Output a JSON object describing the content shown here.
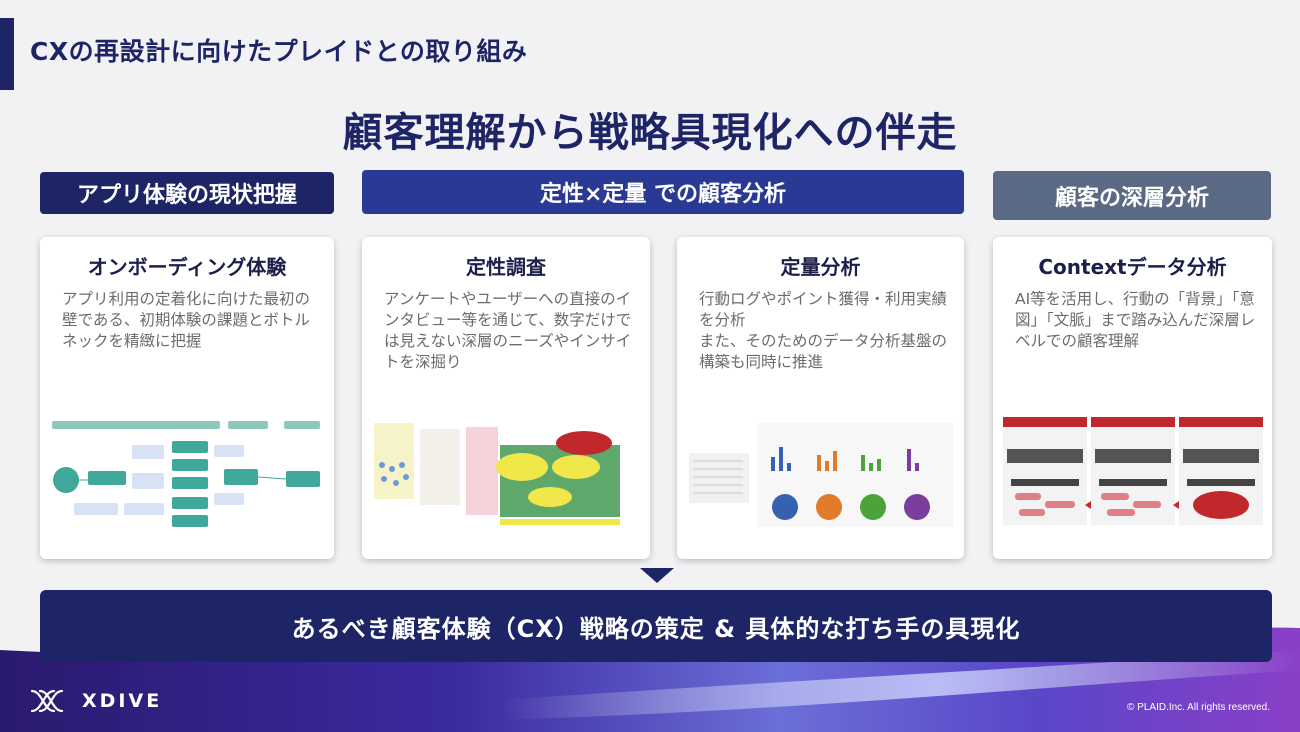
{
  "header": {
    "title": "CXの再設計に向けたプレイドとの取り組み"
  },
  "main_title": "顧客理解から戦略具現化への伴走",
  "categories": [
    {
      "label": "アプリ体験の現状把握",
      "color": "#1d2566"
    },
    {
      "label": "定性×定量 での顧客分析",
      "color": "#2a3a94"
    },
    {
      "label": "顧客の深層分析",
      "color": "#5a6a84"
    }
  ],
  "cards": [
    {
      "title": "オンボーディング体験",
      "description": "アプリ利用の定着化に向けた最初の壁である、初期体験の課題とボトルネックを精緻に把握"
    },
    {
      "title": "定性調査",
      "description": "アンケートやユーザーへの直接のインタビュー等を通じて、数字だけでは見えない深層のニーズやインサイトを深掘り"
    },
    {
      "title": "定量分析",
      "description": "行動ログやポイント獲得・利用実績を分析\nまた、そのためのデータ分析基盤の構築も同時に推進"
    },
    {
      "title": "Contextデータ分析",
      "description": "AI等を活用し、行動の「背景」「意図」「文脈」まで踏み込んだ深層レベルでの顧客理解"
    }
  ],
  "result": "あるべき顧客体験（CX）戦略の策定 & 具体的な打ち手の具現化",
  "footer": {
    "logo_text": "XDIVE",
    "copyright": "© PLAID.Inc. All rights reserved."
  },
  "colors": {
    "navy": "#1d2566",
    "blue": "#2a3a94",
    "slate": "#5a6a84",
    "teal": "#3fa89a",
    "red": "#c0282c"
  }
}
